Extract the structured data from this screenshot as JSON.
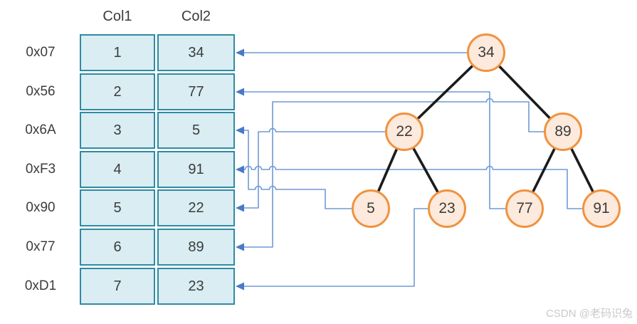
{
  "table": {
    "headers": [
      "Col1",
      "Col2"
    ],
    "rows": [
      {
        "addr": "0x07",
        "col1": "1",
        "col2": "34"
      },
      {
        "addr": "0x56",
        "col1": "2",
        "col2": "77"
      },
      {
        "addr": "0x6A",
        "col1": "3",
        "col2": "5"
      },
      {
        "addr": "0xF3",
        "col1": "4",
        "col2": "91"
      },
      {
        "addr": "0x90",
        "col1": "5",
        "col2": "22"
      },
      {
        "addr": "0x77",
        "col1": "6",
        "col2": "89"
      },
      {
        "addr": "0xD1",
        "col1": "7",
        "col2": "23"
      }
    ]
  },
  "tree": {
    "nodes": [
      {
        "value": "34"
      },
      {
        "value": "22"
      },
      {
        "value": "89"
      },
      {
        "value": "5"
      },
      {
        "value": "23"
      },
      {
        "value": "77"
      },
      {
        "value": "91"
      }
    ],
    "edges": [
      [
        "34",
        "22"
      ],
      [
        "34",
        "89"
      ],
      [
        "22",
        "5"
      ],
      [
        "22",
        "23"
      ],
      [
        "89",
        "77"
      ],
      [
        "89",
        "91"
      ]
    ]
  },
  "connections": [
    {
      "node": "34",
      "row": "0x07"
    },
    {
      "node": "77",
      "row": "0x56"
    },
    {
      "node": "5",
      "row": "0x6A"
    },
    {
      "node": "91",
      "row": "0xF3"
    },
    {
      "node": "22",
      "row": "0x90"
    },
    {
      "node": "89",
      "row": "0x77"
    },
    {
      "node": "23",
      "row": "0xD1"
    }
  ],
  "watermark": "CSDN @老码识兔",
  "colors": {
    "cell_fill": "#d9edf2",
    "cell_border": "#2f8ba2",
    "node_fill": "#fdeadc",
    "node_border": "#f0923f",
    "connector_blue": "#6e9ad5",
    "arrowhead_blue": "#4a79c8",
    "tree_edge_black": "#1b1b1b",
    "text": "#3c3c3c",
    "watermark_gray": "#c9c9c9"
  }
}
